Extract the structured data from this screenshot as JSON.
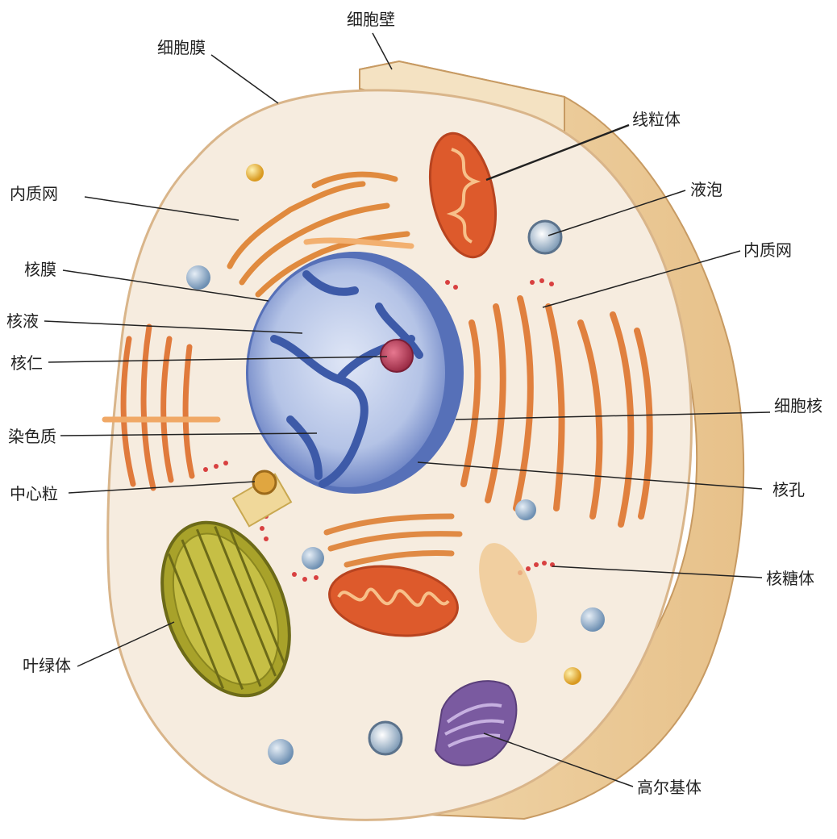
{
  "diagram": {
    "labels": {
      "cell_wall": "细胞壁",
      "cell_membrane": "细胞膜",
      "mitochondrion": "线粒体",
      "er_left": "内质网",
      "vacuole": "液泡",
      "er_right": "内质网",
      "nuclear_envelope": "核膜",
      "nucleoplasm": "核液",
      "nucleolus": "核仁",
      "nucleus": "细胞核",
      "chromatin": "染色质",
      "centriole": "中心粒",
      "nuclear_pore": "核孔",
      "ribosome": "核糖体",
      "chloroplast": "叶绿体",
      "golgi": "高尔基体"
    },
    "colors": {
      "cytoplasm": "#f6ecdf",
      "cell_wall": "#efd2a4",
      "nucleus": "#a8b8e0",
      "chromatin": "#3d5aa8",
      "nucleolus": "#b7405a",
      "er": "#e9914a",
      "mitochondrion": "#dd5a2c",
      "chloroplast": "#a8a22a",
      "golgi": "#7a5aa0",
      "vacuole": "#9fb6cc"
    }
  }
}
